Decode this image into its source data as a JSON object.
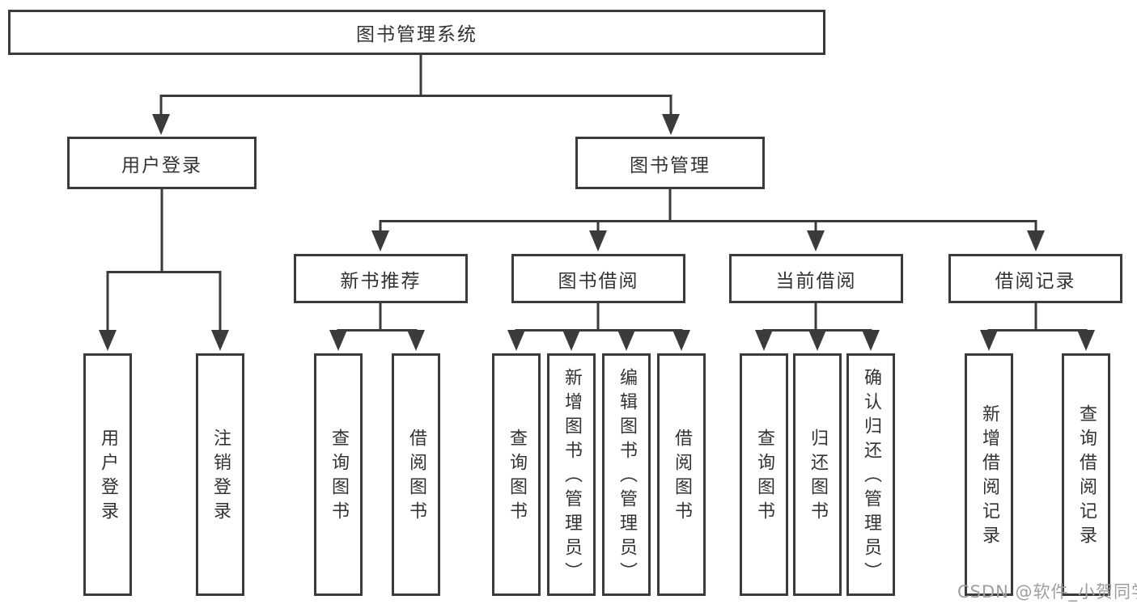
{
  "nodes": {
    "root": "图书管理系统",
    "user_login": "用户登录",
    "book_management": "图书管理",
    "leaf_user_login": "用户登录",
    "leaf_logout": "注销登录",
    "new_book_recommend": "新书推荐",
    "book_borrow": "图书借阅",
    "current_borrow": "当前借阅",
    "borrow_record": "借阅记录",
    "nbr_query_book": "查询图书",
    "nbr_borrow_book": "借阅图书",
    "bb_query_book": "查询图书",
    "bb_add_book": "新增图书（管理员）",
    "bb_edit_book": "编辑图书（管理员）",
    "bb_borrow_book": "借阅图书",
    "cb_query_book": "查询图书",
    "cb_return_book": "归还图书",
    "cb_confirm_return": "确认归还（管理员）",
    "br_add_record": "新增借阅记录",
    "br_query_record": "查询借阅记录"
  },
  "hierarchy": {
    "图书管理系统": [
      "用户登录",
      "图书管理"
    ],
    "用户登录": [
      "用户登录",
      "注销登录"
    ],
    "图书管理": [
      "新书推荐",
      "图书借阅",
      "当前借阅",
      "借阅记录"
    ],
    "新书推荐": [
      "查询图书",
      "借阅图书"
    ],
    "图书借阅": [
      "查询图书",
      "新增图书（管理员）",
      "编辑图书（管理员）",
      "借阅图书"
    ],
    "当前借阅": [
      "查询图书",
      "归还图书",
      "确认归还（管理员）"
    ],
    "借阅记录": [
      "新增借阅记录",
      "查询借阅记录"
    ]
  },
  "watermark": "CSDN @软件_小贺同学",
  "colors": {
    "line": "#3b3b3b",
    "text": "#333333",
    "watermark": "#9e9e9e",
    "background": "#ffffff"
  }
}
